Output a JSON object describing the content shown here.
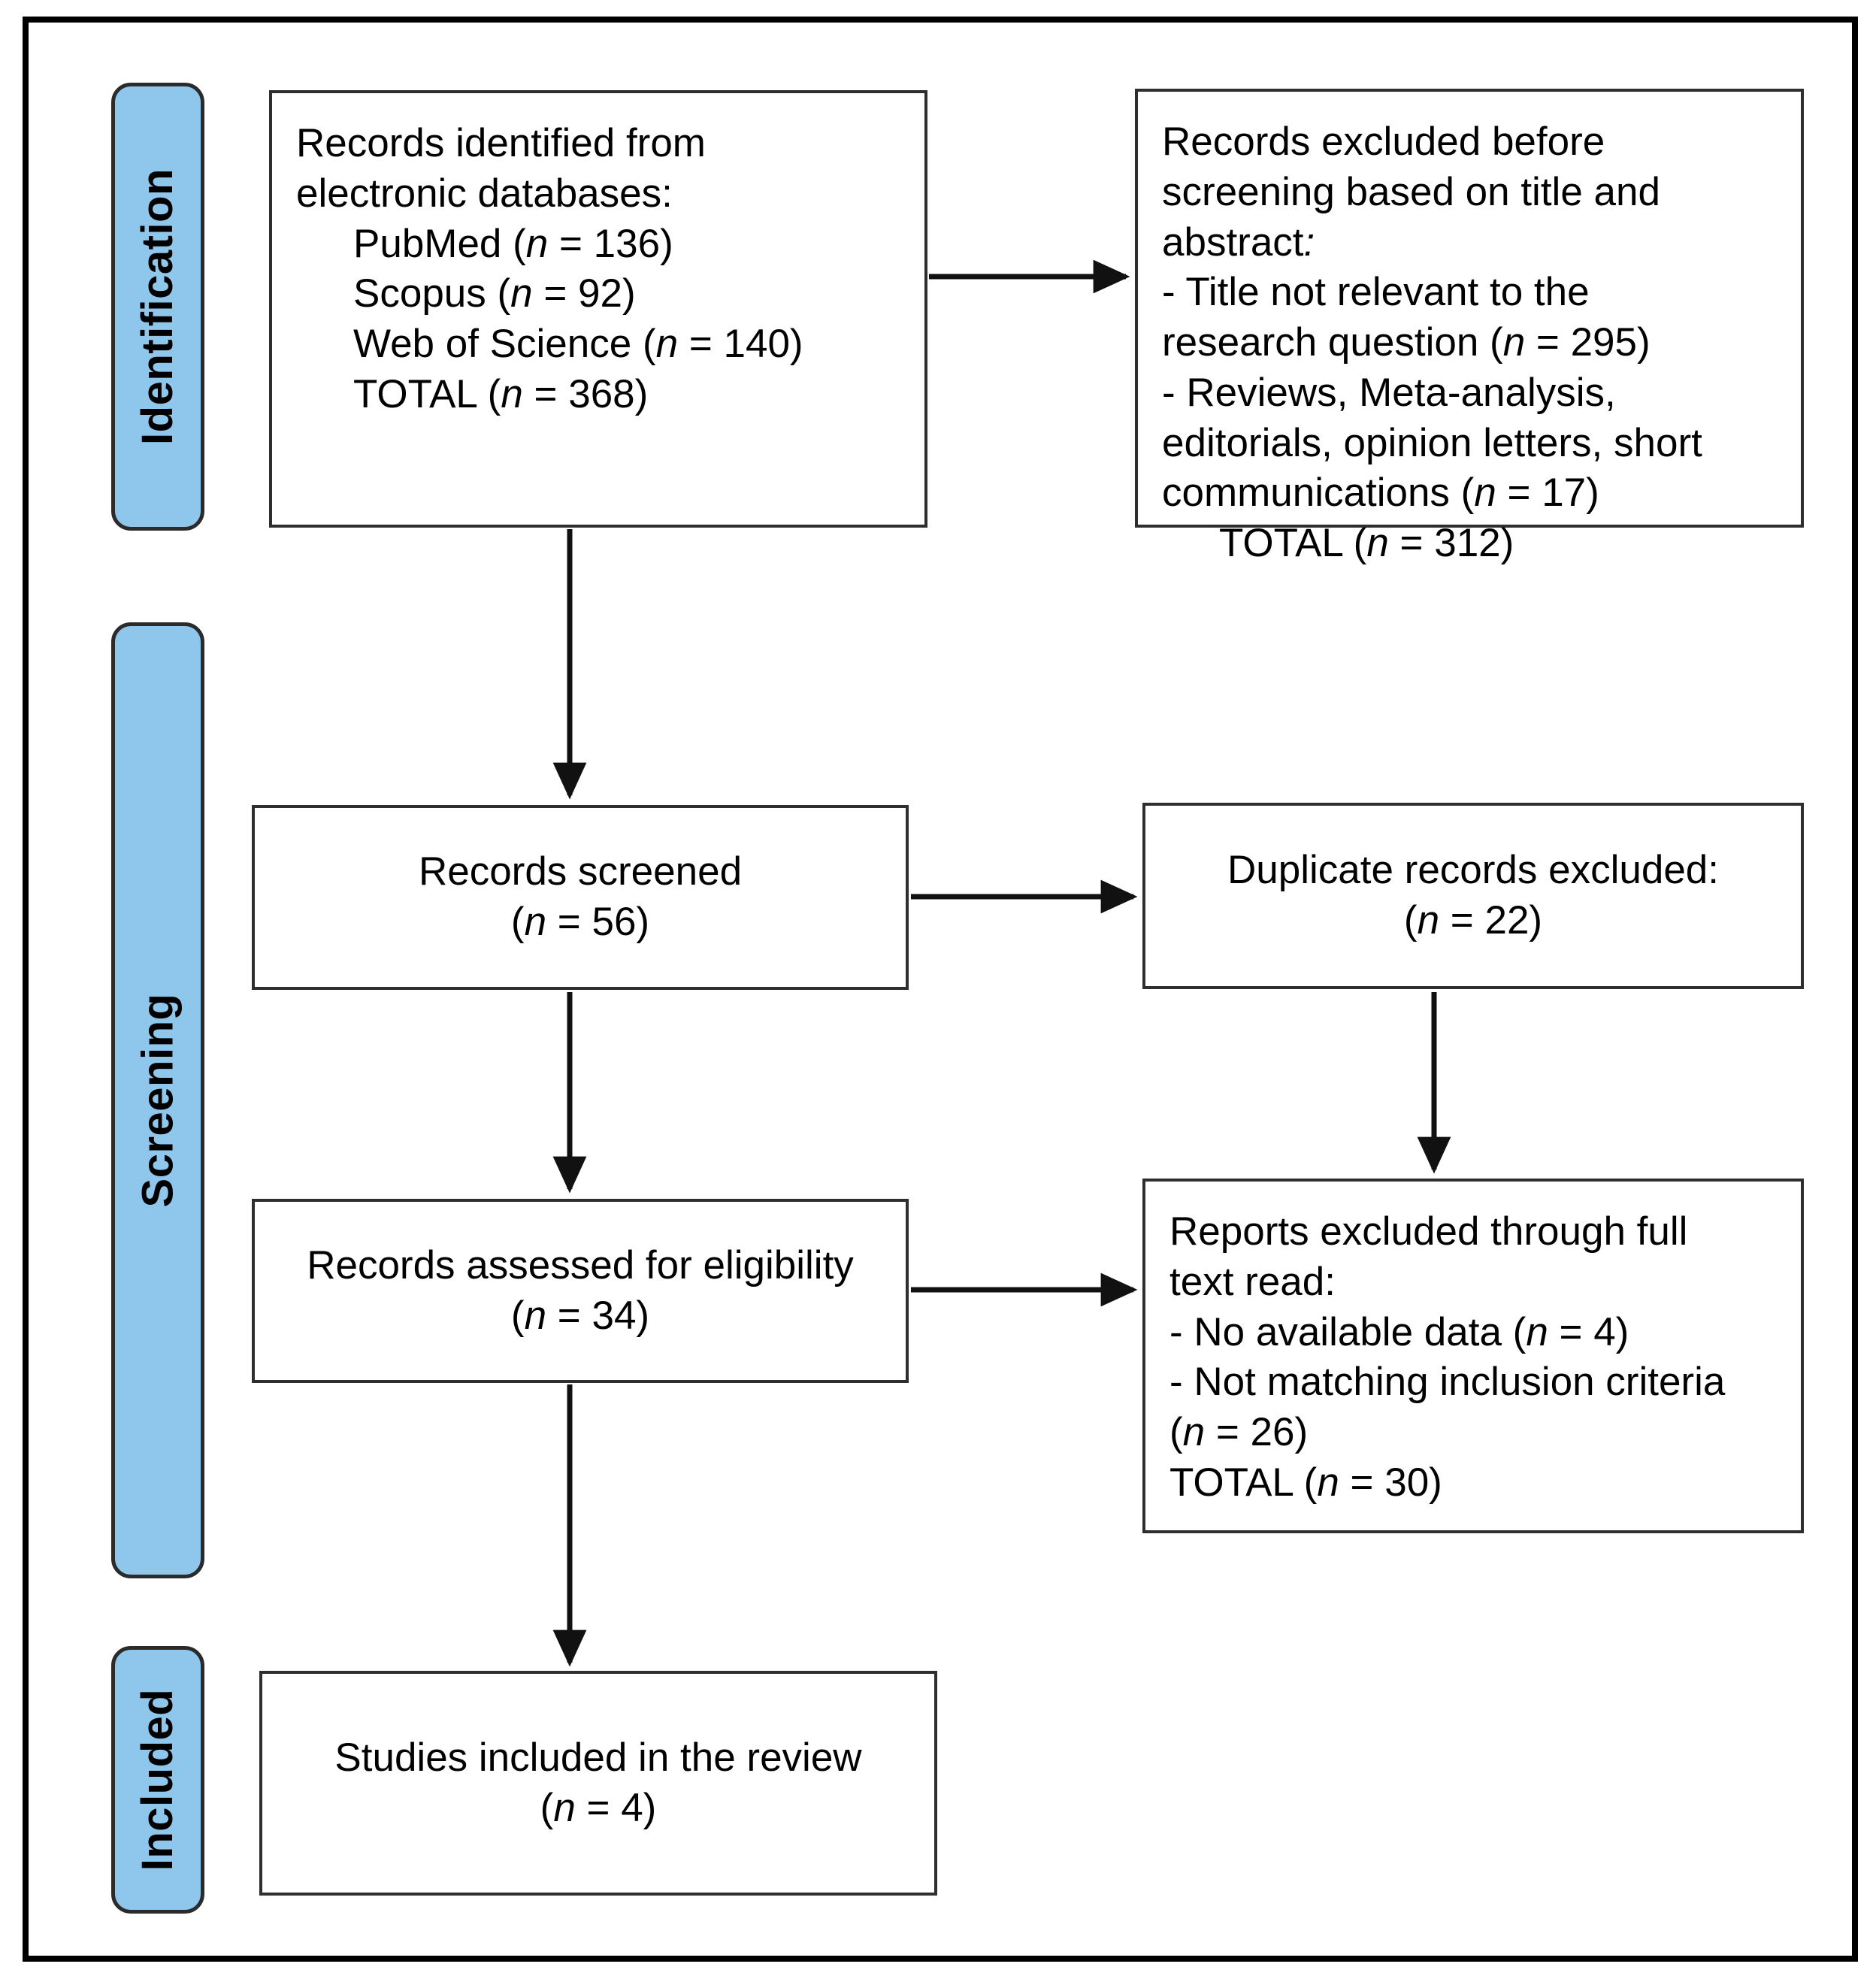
{
  "diagram": {
    "type": "prisma-flow-diagram",
    "title": "PRISMA flow diagram",
    "accent_color": "#8EC6EC",
    "border_color": "#000000",
    "background_color": "#FFFFFF"
  },
  "stages": [
    {
      "id": "identification",
      "label": "Identification"
    },
    {
      "id": "screening",
      "label": "Screening"
    },
    {
      "id": "included",
      "label": "Included"
    }
  ],
  "boxes": {
    "identified": {
      "line1": "Records identified from",
      "line2": "electronic databases:",
      "item1_label": "PubMed (",
      "item1_n": "n",
      "item1_val": " = 136)",
      "item2_label": "Scopus (",
      "item2_n": "n",
      "item2_val": " = 92)",
      "item3_label": "Web of Science (",
      "item3_n": "n",
      "item3_val": " = 140)",
      "item4_label": "TOTAL (",
      "item4_n": "n",
      "item4_val": " = 368)"
    },
    "excluded_pre_screening": {
      "line1": "Records excluded before",
      "line2": "screening based on title and",
      "line3": "abstract",
      "line3_colon": ":",
      "bullet1_a": "- Title not relevant to the",
      "bullet1_b": "research question (",
      "bullet1_n": "n",
      "bullet1_val": " = 295)",
      "bullet2_a": "- Reviews, Meta-analysis,",
      "bullet2_b": "editorials, opinion letters, short",
      "bullet2_c": "communications (",
      "bullet2_n": "n",
      "bullet2_val": " = 17)",
      "total_label": "TOTAL (",
      "total_n": "n",
      "total_val": " = 312)"
    },
    "screened": {
      "line1": "Records screened",
      "line2_open": "(",
      "line2_n": "n",
      "line2_val": " = 56)"
    },
    "duplicates_excluded": {
      "line1": "Duplicate records excluded:",
      "line2_open": "(",
      "line2_n": "n",
      "line2_val": " = 22)"
    },
    "assessed": {
      "line1": "Records assessed for eligibility",
      "line2_open": "(",
      "line2_n": "n",
      "line2_val": " = 34)"
    },
    "reports_excluded": {
      "line1": "Reports excluded through full",
      "line2": "text read:",
      "bullet1_a": "- No available data (",
      "bullet1_n": "n",
      "bullet1_val": " = 4)",
      "bullet2_a": "- Not matching inclusion criteria",
      "bullet2_open": "(",
      "bullet2_n": "n",
      "bullet2_val": " = 26)",
      "total_label": "TOTAL (",
      "total_n": "n",
      "total_val": " = 30)"
    },
    "included": {
      "line1": "Studies included in the review",
      "line2_open": "(",
      "line2_n": "n",
      "line2_val": " = 4)"
    }
  },
  "chart_data": {
    "type": "diagram",
    "title": "PRISMA flow diagram",
    "nodes": [
      {
        "id": "identified",
        "stage": "Identification",
        "label": "Records identified from electronic databases",
        "n": 368,
        "breakdown": [
          {
            "source": "PubMed",
            "n": 136
          },
          {
            "source": "Scopus",
            "n": 92
          },
          {
            "source": "Web of Science",
            "n": 140
          }
        ]
      },
      {
        "id": "excluded_pre_screening",
        "stage": "Identification",
        "label": "Records excluded before screening based on title and abstract",
        "n": 312,
        "breakdown": [
          {
            "reason": "Title not relevant to the research question",
            "n": 295
          },
          {
            "reason": "Reviews, Meta-analysis, editorials, opinion letters, short communications",
            "n": 17
          }
        ]
      },
      {
        "id": "screened",
        "stage": "Screening",
        "label": "Records screened",
        "n": 56
      },
      {
        "id": "duplicates_excluded",
        "stage": "Screening",
        "label": "Duplicate records excluded",
        "n": 22
      },
      {
        "id": "assessed",
        "stage": "Screening",
        "label": "Records assessed for eligibility",
        "n": 34
      },
      {
        "id": "reports_excluded",
        "stage": "Screening",
        "label": "Reports excluded through full text read",
        "n": 30,
        "breakdown": [
          {
            "reason": "No available data",
            "n": 4
          },
          {
            "reason": "Not matching inclusion criteria",
            "n": 26
          }
        ]
      },
      {
        "id": "included",
        "stage": "Included",
        "label": "Studies included in the review",
        "n": 4
      }
    ],
    "edges": [
      {
        "from": "identified",
        "to": "excluded_pre_screening",
        "direction": "right"
      },
      {
        "from": "identified",
        "to": "screened",
        "direction": "down"
      },
      {
        "from": "screened",
        "to": "duplicates_excluded",
        "direction": "right"
      },
      {
        "from": "screened",
        "to": "assessed",
        "direction": "down"
      },
      {
        "from": "duplicates_excluded",
        "to": "reports_excluded",
        "direction": "down"
      },
      {
        "from": "assessed",
        "to": "reports_excluded",
        "direction": "right"
      },
      {
        "from": "assessed",
        "to": "included",
        "direction": "down"
      }
    ]
  }
}
